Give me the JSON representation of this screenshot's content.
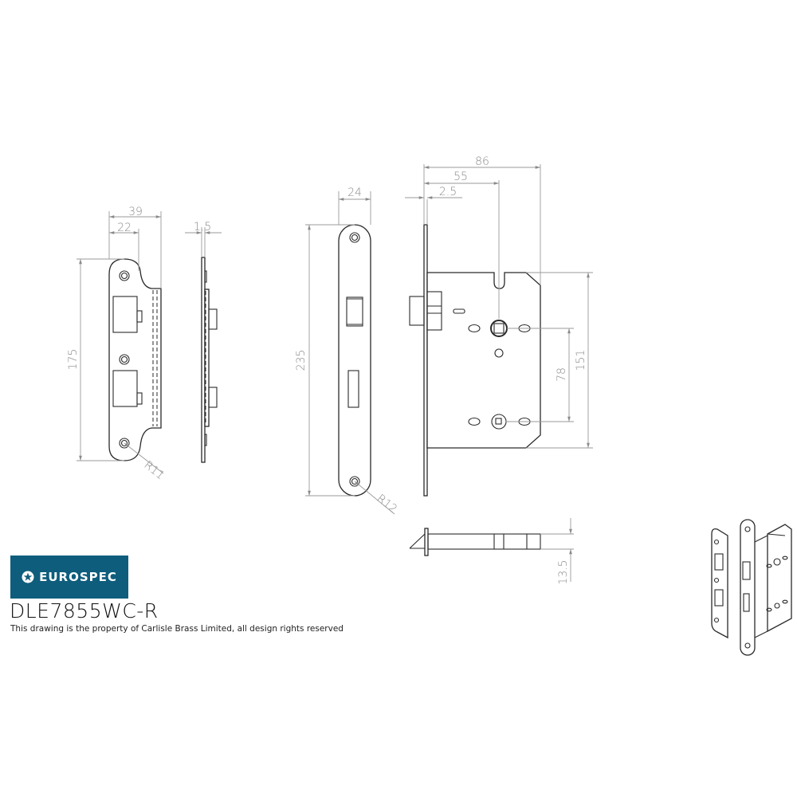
{
  "brand": {
    "name": "EUROSPEC",
    "color": "#0e5d7c",
    "icon": "star-circle-icon"
  },
  "product": {
    "model": "DLE7855WC-R",
    "copyright": "This drawing is the property of Carlisle Brass Limited, all design rights reserved"
  },
  "views": {
    "strike_plate_front": {
      "dims": {
        "overall_width": "39",
        "lip_offset": "22",
        "height": "175",
        "radius": "R11"
      }
    },
    "strike_plate_side": {
      "dims": {
        "thickness": "1.5"
      }
    },
    "forend_front": {
      "dims": {
        "width": "24",
        "height": "235",
        "radius": "R12"
      }
    },
    "lock_body_side": {
      "dims": {
        "case_depth": "86",
        "backset": "55",
        "forend_thickness": "2.5",
        "centres": "78",
        "case_height": "151"
      }
    },
    "lock_body_bottom": {
      "dims": {
        "case_thickness": "13.5"
      }
    },
    "isometric_preview": {
      "label": "isometric-view"
    }
  }
}
